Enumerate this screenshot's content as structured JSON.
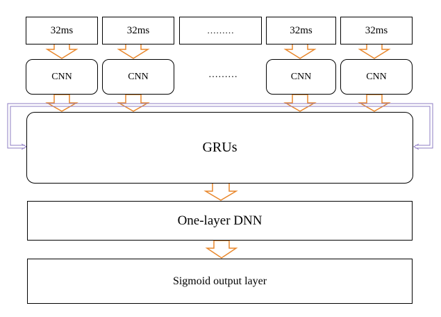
{
  "inputs": [
    {
      "label": "32ms"
    },
    {
      "label": "32ms"
    },
    {
      "label": "………"
    },
    {
      "label": "32ms"
    },
    {
      "label": "32ms"
    }
  ],
  "cnn": [
    {
      "label": "CNN"
    },
    {
      "label": "CNN"
    },
    {
      "label": "CNN"
    },
    {
      "label": "CNN"
    }
  ],
  "cnn_ellipsis": "………",
  "gru_label": "GRUs",
  "dnn_label": "One-layer DNN",
  "output_label": "Sigmoid output layer",
  "colors": {
    "arrow_stroke": "#e8862a",
    "arrow_fill": "#ffffff",
    "recurrent_line": "#8e7cc3",
    "box_border": "#000000"
  }
}
